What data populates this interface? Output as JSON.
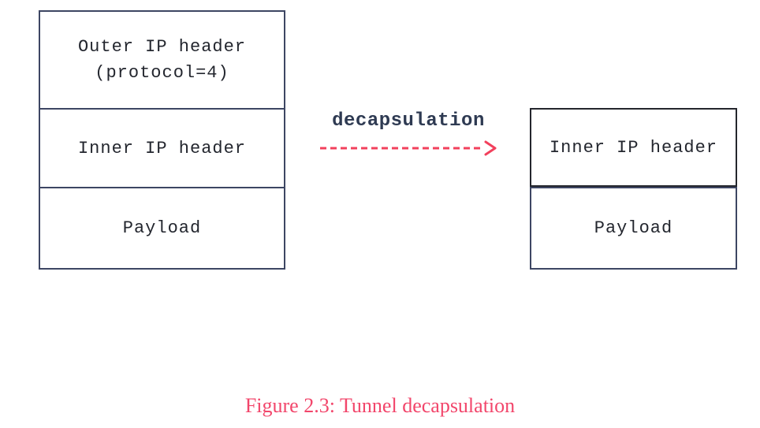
{
  "figure": {
    "caption": "Figure 2.3: Tunnel decapsulation",
    "left_stack": {
      "sections": [
        {
          "line1": "Outer IP header",
          "line2": "(protocol=4)"
        },
        {
          "line1": "Inner IP header"
        },
        {
          "line1": "Payload"
        }
      ]
    },
    "arrow": {
      "label": "decapsulation",
      "direction": "right",
      "style": "dashed"
    },
    "right_stack": {
      "sections": [
        {
          "line1": "Inner IP header"
        },
        {
          "line1": "Payload"
        }
      ]
    }
  },
  "colors": {
    "background": "#ffffff",
    "box_border": "#3d4663",
    "box_border_dark": "#24262c",
    "box_text": "#23262e",
    "arrow_label": "#2e3a52",
    "arrow": "#f2405c",
    "caption": "#f2466b"
  }
}
